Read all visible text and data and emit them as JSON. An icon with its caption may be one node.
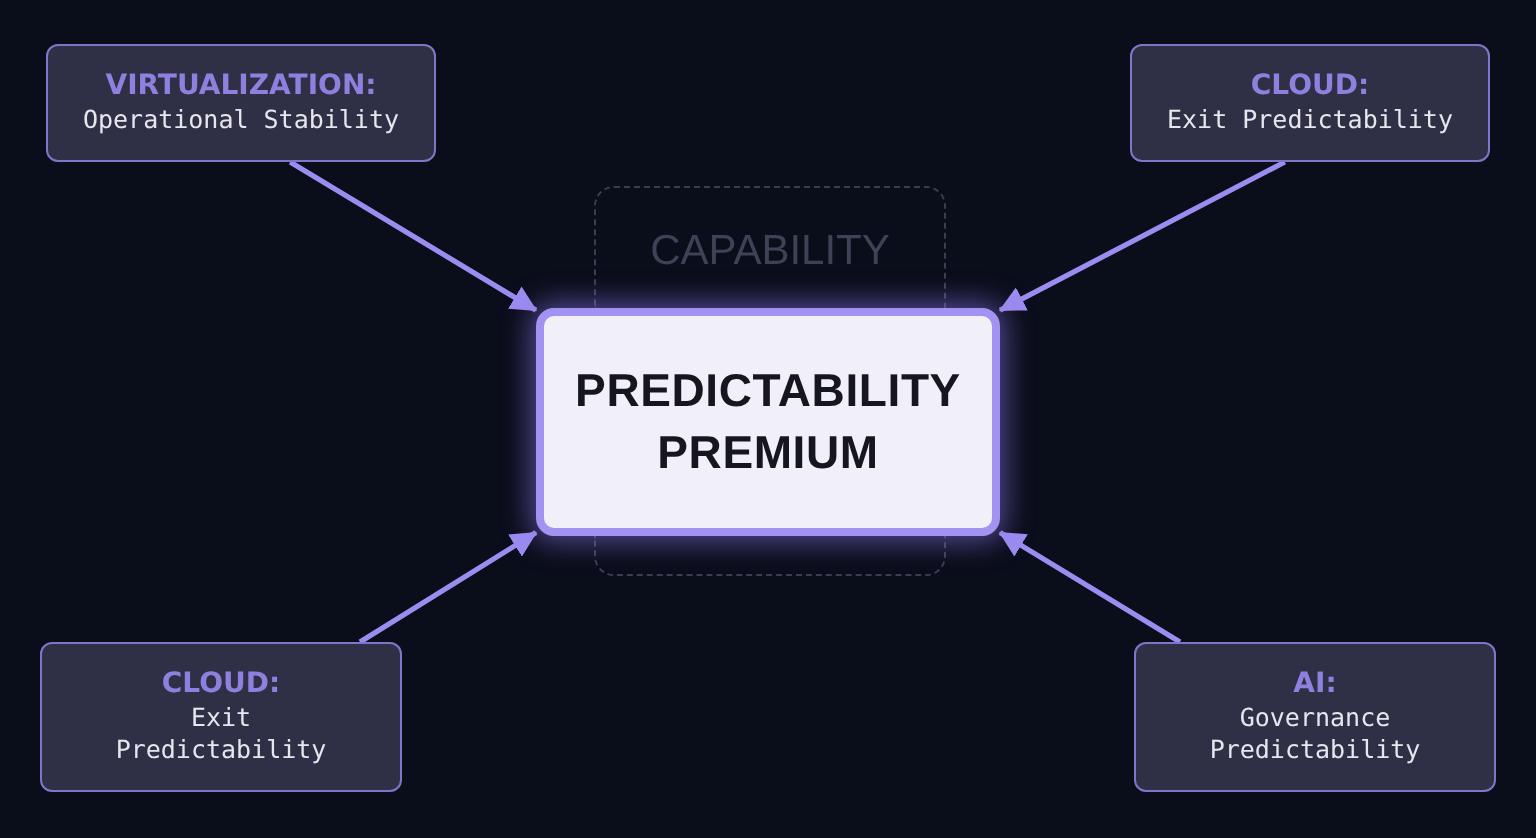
{
  "diagram": {
    "nodes": [
      {
        "text": [
          "VIRTUALIZATION:",
          "Operational Stability"
        ]
      },
      {
        "text": [
          "CLOUD:",
          "Exit Predictability"
        ]
      },
      {
        "text": [
          "CAPABILITY"
        ]
      },
      {
        "text": [
          "PREDICTABILITY PREMIUM"
        ]
      },
      {
        "text": [
          "CLOUD:",
          "Exit Predictability"
        ]
      },
      {
        "text": [
          "AI:",
          "Governance Predictability"
        ]
      }
    ],
    "edges": [
      {
        "from": 0,
        "to": 3,
        "arrow": "to"
      },
      {
        "from": 1,
        "to": 3,
        "arrow": "to"
      },
      {
        "from": 4,
        "to": 3,
        "arrow": "to"
      },
      {
        "from": 5,
        "to": 3,
        "arrow": "to"
      }
    ]
  }
}
